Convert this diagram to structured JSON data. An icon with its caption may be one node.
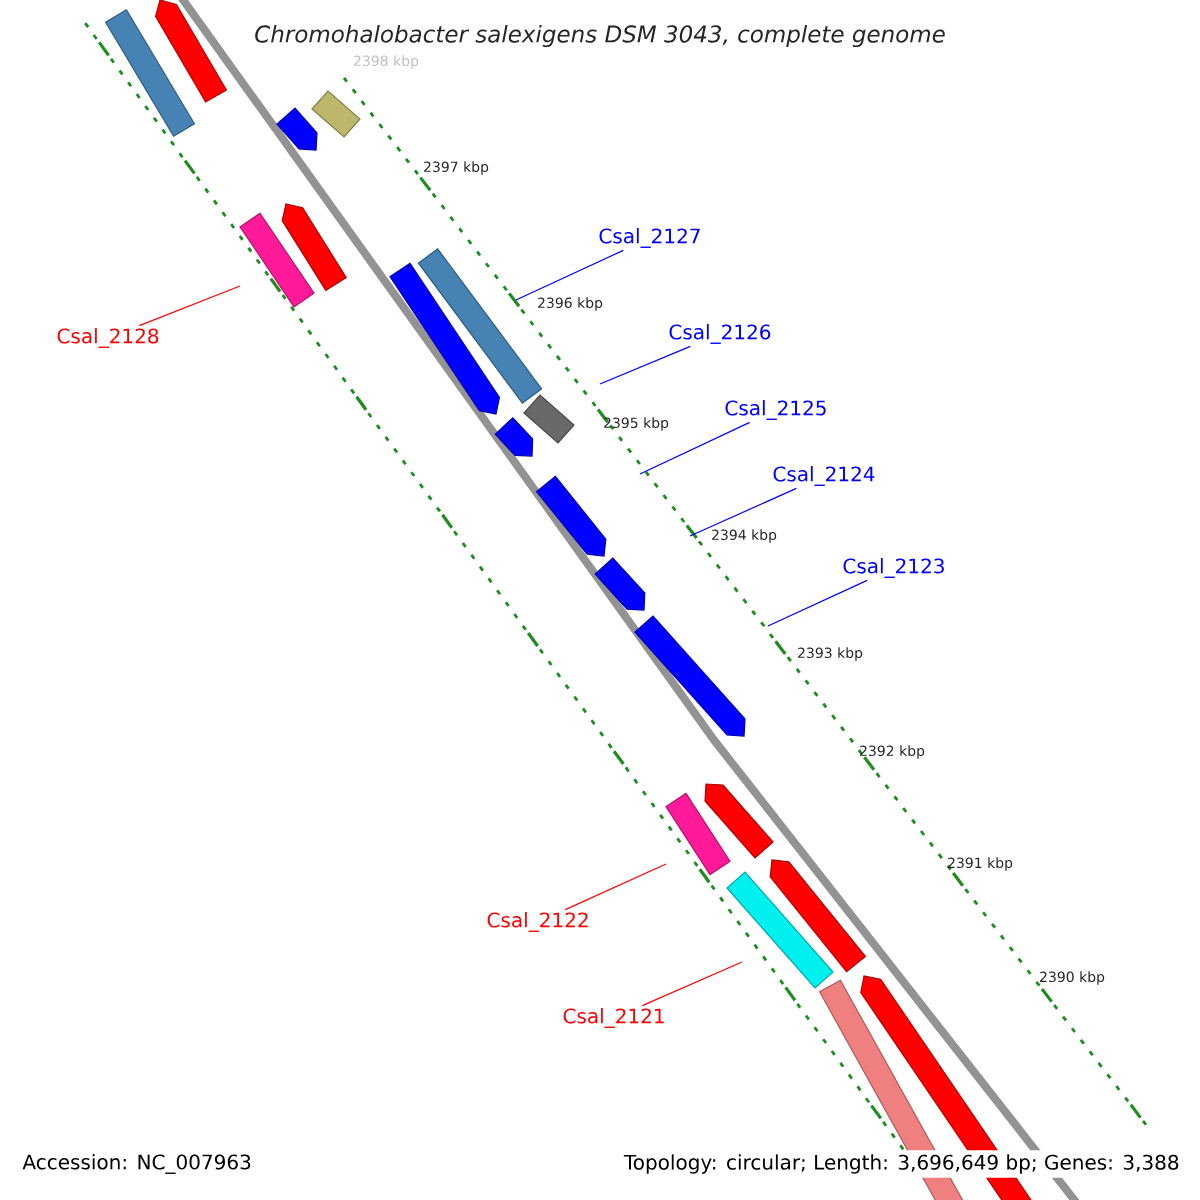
{
  "diagram": {
    "title": "Chromohalobacter salexigens DSM 3043, complete genome",
    "nodes": [
      {
        "text": [
          "Csal_2127"
        ]
      },
      {
        "text": [
          "Csal_2126"
        ]
      },
      {
        "text": [
          "Csal_2125"
        ]
      },
      {
        "text": [
          "Csal_2124"
        ]
      },
      {
        "text": [
          "Csal_2123"
        ]
      },
      {
        "text": [
          "Csal_2128"
        ]
      },
      {
        "text": [
          "Csal_2122"
        ]
      },
      {
        "text": [
          "Csal_2121"
        ]
      }
    ],
    "edges": [
      {
        "from": 0,
        "to": null,
        "arrow": "none"
      },
      {
        "from": 1,
        "to": null,
        "arrow": "none"
      },
      {
        "from": 2,
        "to": null,
        "arrow": "none"
      },
      {
        "from": 3,
        "to": null,
        "arrow": "none"
      },
      {
        "from": 4,
        "to": null,
        "arrow": "none"
      },
      {
        "from": 5,
        "to": null,
        "arrow": "none",
        "color": "#ff0000"
      },
      {
        "from": 6,
        "to": null,
        "arrow": "none",
        "color": "#ff0000"
      },
      {
        "from": 7,
        "to": null,
        "arrow": "none",
        "color": "#ff0000"
      }
    ],
    "labels": [
      "2398 kbp",
      "2397 kbp",
      "2396 kbp",
      "2395 kbp",
      "2394 kbp",
      "2393 kbp",
      "2392 kbp",
      "2391 kbp",
      "2390 kbp",
      "Accession: NC_007963",
      "Topology: circular; Length: 3,696,649 bp; Genes: 3,388"
    ]
  }
}
